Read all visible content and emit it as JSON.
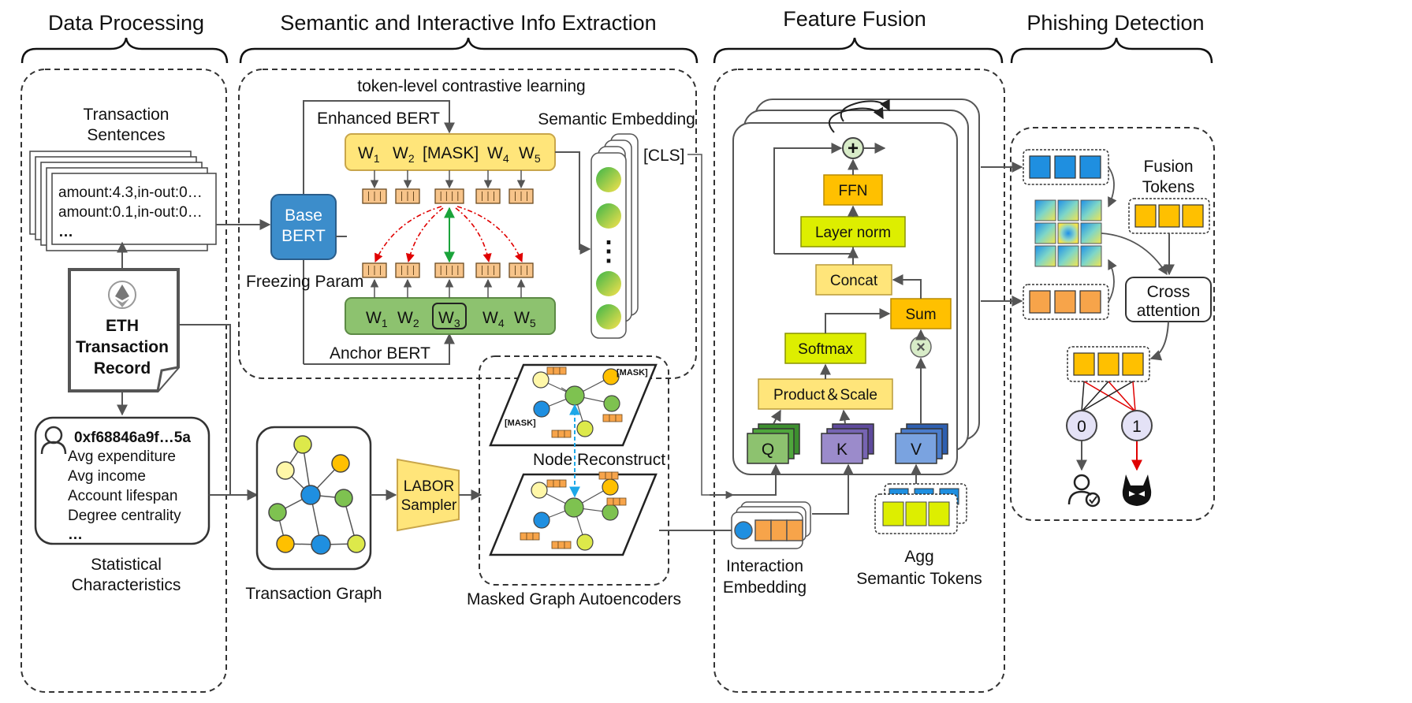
{
  "sections": {
    "data_processing": "Data Processing",
    "semantic": "Semantic and Interactive Info Extraction",
    "fusion": "Feature Fusion",
    "detection": "Phishing Detection"
  },
  "data_processing": {
    "sentences_title_1": "Transaction",
    "sentences_title_2": "Sentences",
    "sentence_1": "amount:4.3,in-out:0…",
    "sentence_2": "amount:0.1,in-out:0…",
    "sentence_3": "…",
    "record_1": "ETH",
    "record_2": "Transaction",
    "record_3": "Record",
    "address": "0xf68846a9f…5a",
    "stats": [
      "Avg expenditure",
      "Avg income",
      "Account lifespan",
      "Degree centrality",
      "…"
    ],
    "stats_title_1": "Statistical",
    "stats_title_2": "Characteristics"
  },
  "semantic": {
    "contrastive": "token-level contrastive learning",
    "enhanced_bert": "Enhanced BERT",
    "anchor_bert": "Anchor BERT",
    "base_bert_1": "Base",
    "base_bert_2": "BERT",
    "freezing": "Freezing Param",
    "semantic_embedding": "Semantic Embedding",
    "cls": "[CLS]",
    "vdots": "⋮",
    "mask": "[MASK]",
    "w": "W",
    "sub": [
      "1",
      "2",
      "4",
      "5"
    ],
    "anchor_sub": [
      "1",
      "2",
      "3",
      "4",
      "5"
    ],
    "graph_title": "Transaction Graph",
    "labor_1": "LABOR",
    "labor_2": "Sampler",
    "graph_mask": "[MASK]",
    "node_reconstruct": "Node Reconstruct",
    "mgae_title": "Masked Graph Autoencoders"
  },
  "fusion": {
    "ffn": "FFN",
    "layer_norm": "Layer norm",
    "concat": "Concat",
    "sum": "Sum",
    "softmax": "Softmax",
    "product_scale": "Product＆Scale",
    "q": "Q",
    "k": "K",
    "v": "V",
    "plus": "+",
    "times": "×",
    "interaction_1": "Interaction",
    "interaction_2": "Embedding",
    "agg_1": "Agg",
    "agg_2": "Semantic Tokens"
  },
  "detection": {
    "fusion_tokens_1": "Fusion",
    "fusion_tokens_2": "Tokens",
    "cross_1": "Cross",
    "cross_2": "attention",
    "class_0": "0",
    "class_1": "1"
  },
  "colors": {
    "yellow_box": "#FFE57A",
    "green_box": "#8DC26F",
    "lime_box": "#DDEE00",
    "amber_box": "#FFC000",
    "orange_token": "#F7A44A",
    "blue_node": "#1F8FE0",
    "purple_node": "#8E7CC3",
    "red_arrow": "#E00000",
    "green_arrow": "#1AA33A",
    "cyan_arrow": "#1EA8E8"
  }
}
